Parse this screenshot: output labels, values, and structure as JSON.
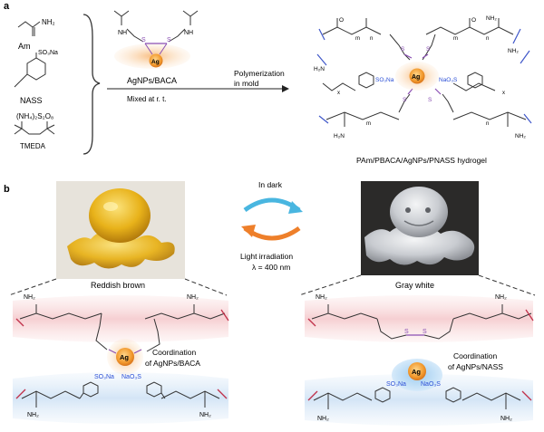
{
  "panel_a": {
    "label": "a",
    "monomers": {
      "am": "Am",
      "nass": "NASS",
      "aps": "(NH₄)₂S₂O₈",
      "tmeda": "TMEDA",
      "so3na": "SO₃Na",
      "nh2": "NH₂"
    },
    "crosslinker": {
      "label": "AgNPs/BACA",
      "ag": "Ag",
      "s": "S",
      "nh": "NH"
    },
    "mixed": "Mixed at r. t.",
    "process": [
      "Polymerization",
      "in mold"
    ],
    "product": {
      "caption": "PAm/PBACA/AgNPs/PNASS hydrogel",
      "so3na": "SO₃Na",
      "naso3": "NaO₃S",
      "nh2": "NH₂",
      "h2n": "H₂N",
      "o": "O",
      "m": "m",
      "n": "n",
      "x": "x"
    }
  },
  "panel_b": {
    "label": "b",
    "switch": {
      "dark": "In dark",
      "light": "Light irradiation",
      "wavelength": "λ = 400 nm"
    },
    "left": {
      "color_name": "Reddish brown",
      "coordination": [
        "Coordination",
        "of AgNPs/BACA"
      ],
      "ag": "Ag",
      "so3na": "SO₃Na",
      "naso3": "NaO₃S",
      "nh2": "NH₂"
    },
    "right": {
      "color_name": "Gray white",
      "coordination": [
        "Coordination",
        "of AgNPs/NASS"
      ],
      "ag": "Ag",
      "so3na": "SO₃Na",
      "naso3": "NaO₃S",
      "s": "S",
      "nh2": "NH₂"
    }
  },
  "colors": {
    "ag_orange": "#f29a2e",
    "ag_halo": "#f6c38a",
    "sulfur_purple": "#8a4fb3",
    "sulfonate_blue": "#2b4fd6",
    "backbone_blue": "#3f57c9",
    "backbone_red": "#c0304a",
    "pink_band": "#f9d6d6",
    "blue_band": "#dbe8f7",
    "arrow_blue": "#49b6e0",
    "arrow_orange": "#ee7f2a",
    "gel_yellow": "#e8b21a",
    "gel_white": "#cfd2d6"
  }
}
